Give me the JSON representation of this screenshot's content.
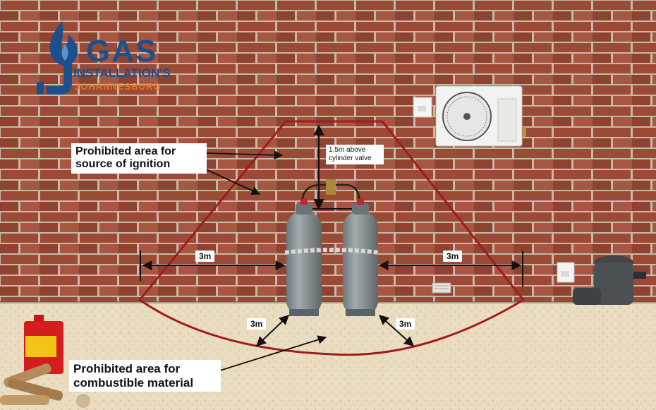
{
  "logo": {
    "word": "GAS",
    "subtitle": "INSTALLATION'S",
    "city": "JOHANNESBURG"
  },
  "callouts": {
    "ignition_line1": "Prohibited area for",
    "ignition_line2": "source of ignition",
    "combustible_line1": "Prohibited area for",
    "combustible_line2": "combustible material",
    "height_note_line1": "1.5m above",
    "height_note_line2": "cylinder valve"
  },
  "dimensions": {
    "left": "3m",
    "right": "3m",
    "front_left": "3m",
    "front_right": "3m"
  },
  "colors": {
    "brick": "#9a4a35",
    "mortar": "#c9b7a8",
    "ground": "#eadcc0",
    "zone_line": "#a01c1c",
    "cylinder": "#8d969b",
    "logo_blue": "#1d4f8c",
    "logo_orange": "#e8762b"
  },
  "icons": [
    "flame-icon",
    "pipe-icon",
    "gas-cylinder-icon",
    "air-conditioner-icon",
    "power-socket-icon",
    "pool-pump-icon",
    "fuel-can-icon",
    "firewood-icon",
    "air-vent-icon"
  ]
}
